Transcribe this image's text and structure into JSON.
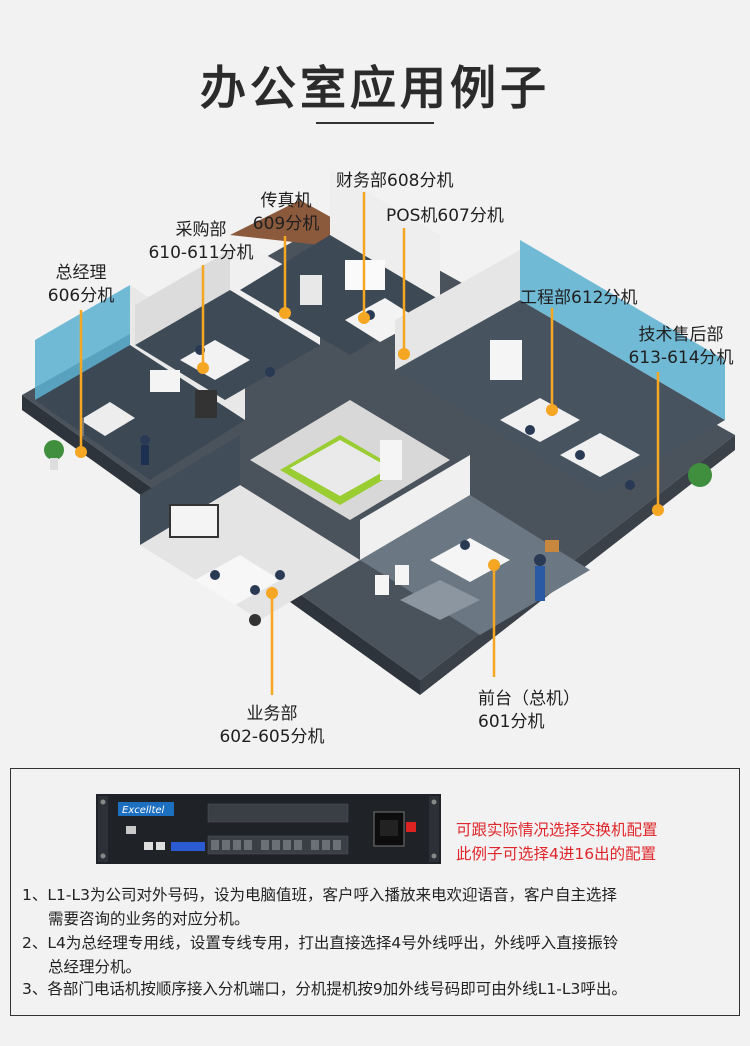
{
  "title": "办公室应用例子",
  "labels": {
    "manager": [
      "总经理",
      "606分机"
    ],
    "purchasing": [
      "采购部",
      "610-611分机"
    ],
    "fax": [
      "传真机",
      "609分机"
    ],
    "finance": [
      "财务部608分机"
    ],
    "pos": [
      "POS机607分机"
    ],
    "engineering": [
      "工程部612分机"
    ],
    "support": [
      "技术售后部",
      "613-614分机"
    ],
    "business": [
      "业务部",
      "602-605分机"
    ],
    "reception": [
      "前台（总机）",
      "601分机"
    ]
  },
  "device": {
    "brand": "Excelltel"
  },
  "note": [
    "可跟实际情况选择交换机配置",
    "此例子可选择4进16出的配置"
  ],
  "descriptions": [
    [
      "1、L1-L3为公司对外号码，设为电脑值班，客户呼入播放来电欢迎语音，客户自主选择",
      "需要咨询的业务的对应分机。"
    ],
    [
      "2、L4为总经理专用线，设置专线专用，打出直接选择4号外线呼出，外线呼入直接振铃",
      "总经理分机。"
    ],
    [
      "3、各部门电话机按顺序接入分机端口，分机提机按9加外线号码即可由外线L1-L3呼出。"
    ]
  ],
  "colors": {
    "accent": "#f5a623",
    "note_red": "#e0262b",
    "glass": "#4ea8c8",
    "floor_dark": "#3b4652",
    "lime": "#9acd32"
  }
}
